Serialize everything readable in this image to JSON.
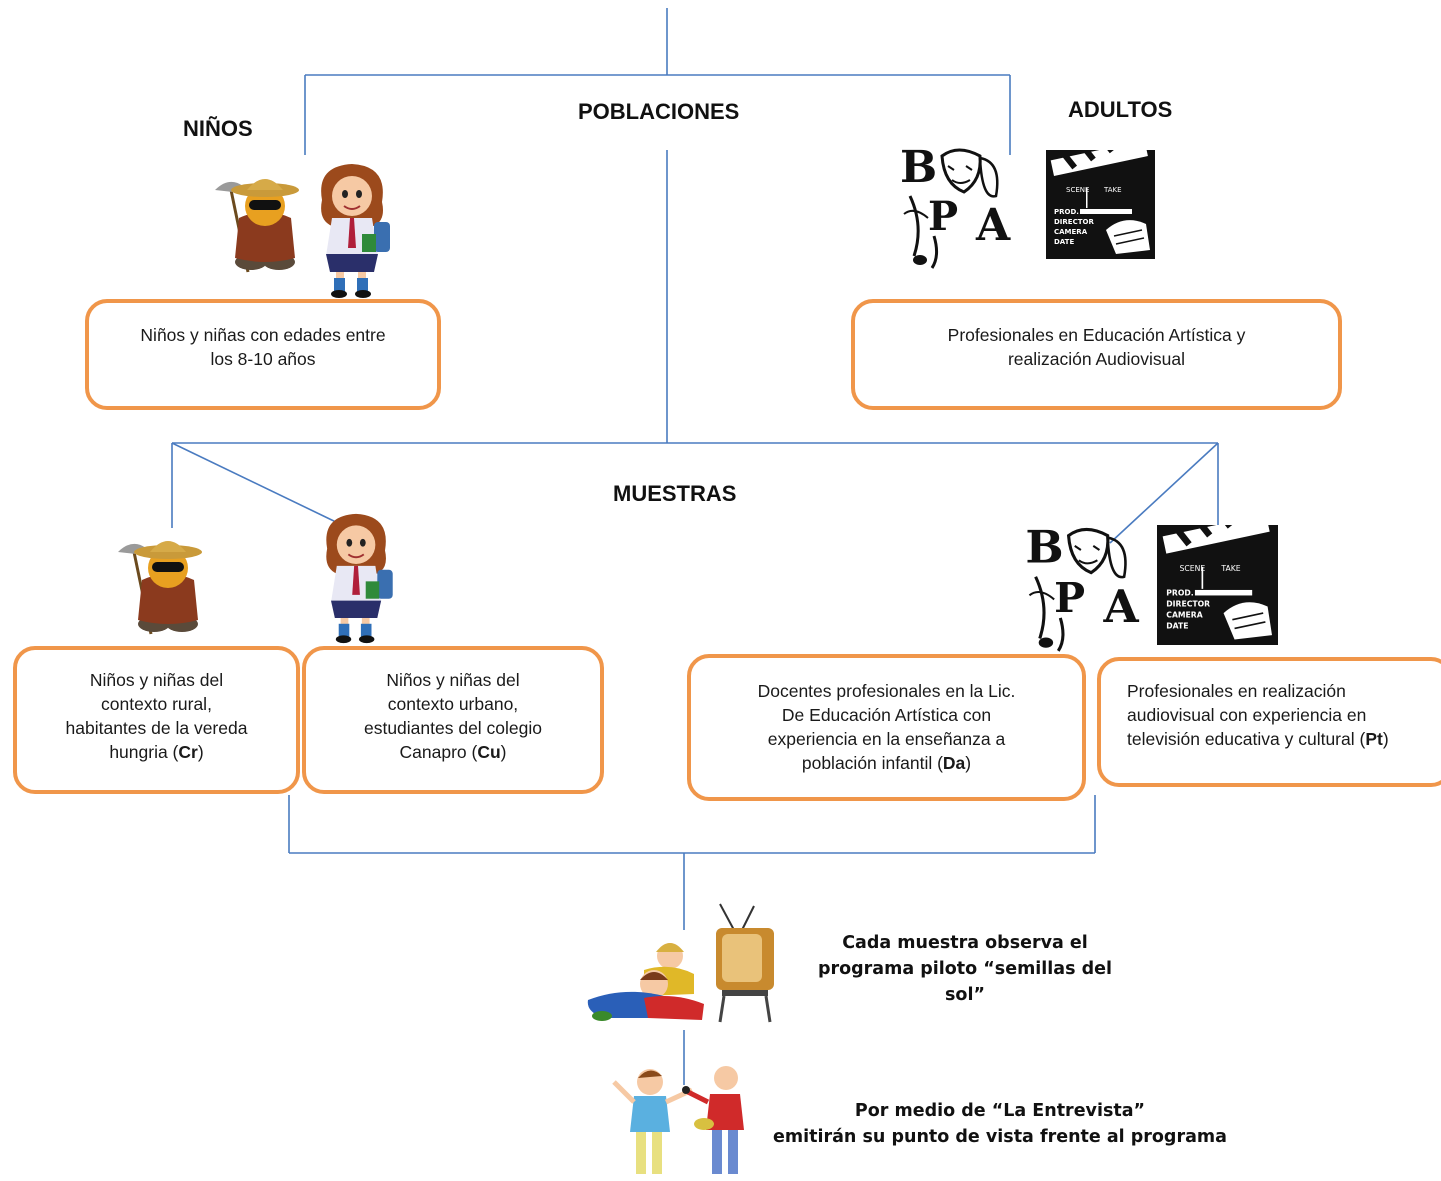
{
  "headings": {
    "poblaciones": "POBLACIONES",
    "ninos": "NIÑOS",
    "adultos": "ADULTOS",
    "muestras": "MUESTRAS"
  },
  "population_boxes": {
    "children": [
      "Niños y niñas con edades entre",
      "los 8-10 años"
    ],
    "adults": [
      "Profesionales en Educación Artística y",
      "realización Audiovisual"
    ]
  },
  "sample_boxes": {
    "rural": {
      "lines": [
        "Niños y niñas del",
        "contexto rural,",
        "habitantes de la vereda"
      ],
      "last_prefix": "hungria (",
      "code": "Cr",
      "last_suffix": ")"
    },
    "urban": {
      "lines": [
        "Niños y niñas del",
        "contexto urbano,",
        "estudiantes del colegio"
      ],
      "last_prefix": "Canapro (",
      "code": "Cu",
      "last_suffix": ")"
    },
    "teachers": {
      "lines": [
        "Docentes profesionales en la Lic.",
        "De Educación Artística con",
        "experiencia en la enseñanza a"
      ],
      "last_prefix": "población infantil (",
      "code": "Da",
      "last_suffix": ")"
    },
    "producers": {
      "lines": [
        "Profesionales en realización",
        "audiovisual con experiencia en"
      ],
      "last_prefix": "televisión educativa y cultural (",
      "code": "Pt",
      "last_suffix": ")"
    }
  },
  "steps": {
    "watch": [
      "Cada muestra observa el",
      "programa piloto “semillas del",
      "sol”"
    ],
    "interview": [
      "Por medio de “La Entrevista”",
      "emitirán su punto de vista frente al programa"
    ]
  },
  "logos": {
    "bpa": [
      "B",
      "P",
      "A"
    ],
    "clapper": [
      "SCENE",
      "TAKE",
      "PROD.",
      "DIRECTOR",
      "CAMERA",
      "DATE"
    ]
  },
  "colors": {
    "line": "#4a7bc0",
    "box_border": "#f0964a"
  }
}
